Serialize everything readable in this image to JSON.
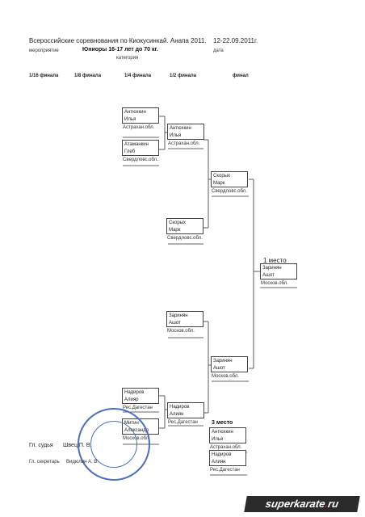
{
  "header": {
    "title": "Всероссийские соревнования по Киокусинкай. Анапа 2011.",
    "dates": "12-22.09.2011г.",
    "event_label": "мероприятие",
    "category_name": "Юниоры 16-17 лет до 70 кг.",
    "date_label": "дата",
    "category_label": "категория"
  },
  "rounds": [
    "1/16 финала",
    "1/8 финала",
    "1/4 финала",
    "1/2 финала",
    "финал"
  ],
  "quarter": [
    {
      "line1": "Антюхкин",
      "line2": "Илья",
      "region": "Астрахан.обл."
    },
    {
      "line1": "Атаманкин",
      "line2": "Глеб",
      "region": "Свердловс.обл."
    },
    {
      "line1": "Скорых",
      "line2": "Марк",
      "region": "Свердловс.обл."
    },
    {
      "line1": "Заринян",
      "line2": "Ашот",
      "region": "Москов.обл."
    },
    {
      "line1": "Надиров",
      "line2": "Алияр",
      "region": "Рес.Дагестан"
    },
    {
      "line1": "Митин",
      "line2": "Александр",
      "region": "Москов.обл."
    }
  ],
  "semi": [
    {
      "line1": "Антюхкин",
      "line2": "Илья",
      "region": "Астрахан.обл."
    },
    {
      "line1": "Надиров",
      "line2": "Алиян",
      "region": "Рес.Дагестан"
    }
  ],
  "final": [
    {
      "line1": "Скорых",
      "line2": "Марк",
      "region": "Свердловс.обл."
    },
    {
      "line1": "Заринян",
      "line2": "Ашот",
      "region": "Москов.обл."
    }
  ],
  "first": {
    "label": "1 место",
    "line1": "Заринян",
    "line2": "Ашот",
    "region": "Москов.обл."
  },
  "third": {
    "label": "3 место",
    "a": {
      "line1": "Антюхкин",
      "line2": "Илья",
      "region": "Астрахан.обл."
    },
    "b": {
      "line1": "Надиров",
      "line2": "Алиян",
      "region": "Рес.Дагестан"
    }
  },
  "footer": {
    "judge_label": "Гл. судья",
    "judge_name": "Швец П. В.",
    "secretary_label": "Гл. секретарь",
    "secretary_name": "Видюлин А. В."
  },
  "watermark": {
    "left": "superkarate",
    "dot": ".",
    "right": "ru"
  },
  "colors": {
    "stamp": "#4d6fc0",
    "watermark_bg": "#2a2a2a",
    "watermark_accent": "#c1272d"
  }
}
